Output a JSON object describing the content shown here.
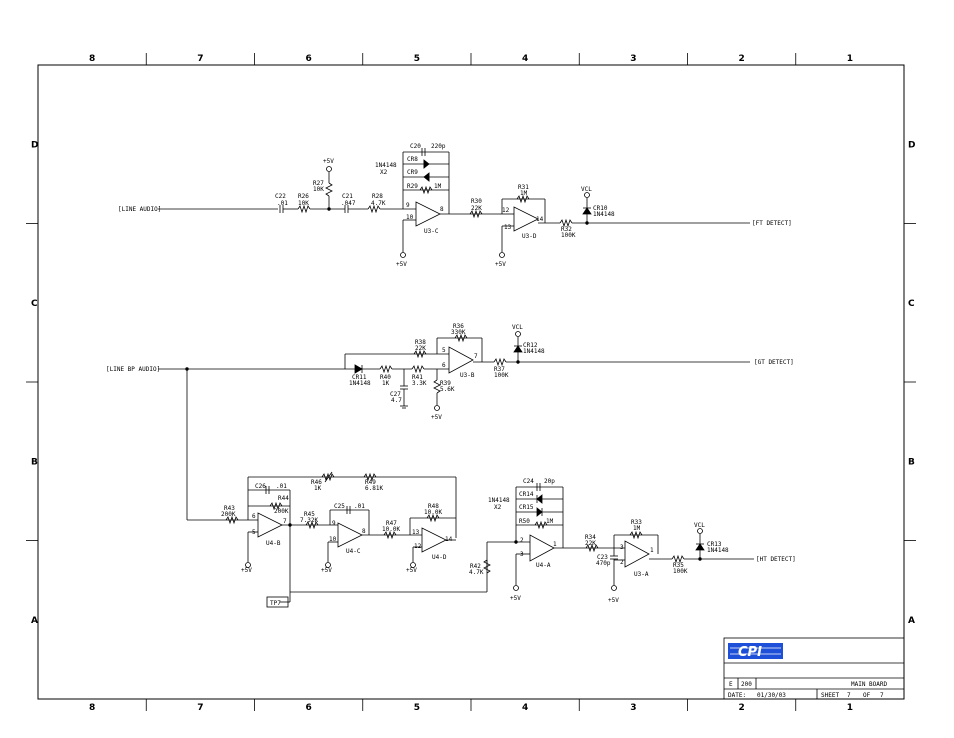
{
  "border": {
    "columns": [
      "8",
      "7",
      "6",
      "5",
      "4",
      "3",
      "2",
      "1"
    ],
    "rows": [
      "D",
      "C",
      "B",
      "A"
    ]
  },
  "ports": {
    "line_audio": "[LINE AUDIO]",
    "line_bp_audio": "[LINE BP AUDIO]",
    "ft_detect": "[FT DETECT]",
    "gt_detect": "[GT DETECT]",
    "ht_detect": "[HT DETECT]",
    "tp7": "TP7"
  },
  "components": {
    "c22": [
      "C22",
      ".01"
    ],
    "r26": [
      "R26",
      "10K"
    ],
    "r27": [
      "R27",
      "10K"
    ],
    "c21": [
      "C21",
      ".047"
    ],
    "r28": [
      "R28",
      "4.7K"
    ],
    "c20": [
      "C20",
      "220p"
    ],
    "cr8": "CR8",
    "cr9": "CR9",
    "diode_pair": [
      "1N4148",
      "X2"
    ],
    "r29": [
      "R29",
      "1M"
    ],
    "u3c": "U3-C",
    "r30": [
      "R30",
      "22K"
    ],
    "r31": [
      "R31",
      "1M"
    ],
    "u3d": "U3-D",
    "r32": [
      "R32",
      "100K"
    ],
    "cr10": [
      "CR10",
      "1N4148"
    ],
    "r36": [
      "R36",
      "330K"
    ],
    "r38": [
      "R38",
      "22K"
    ],
    "u3b": "U3-B",
    "cr12": [
      "CR12",
      "1N4148"
    ],
    "r37": [
      "R37",
      "100K"
    ],
    "cr11": [
      "CR11",
      "1N4148"
    ],
    "r40": [
      "R40",
      "1K"
    ],
    "r41": [
      "R41",
      "3.3K"
    ],
    "r39": [
      "R39",
      "5.6K"
    ],
    "c27": [
      "C27",
      "4.7"
    ],
    "r46": [
      "R46",
      "1K"
    ],
    "r49": [
      "R49",
      "6.81K"
    ],
    "c26": [
      "C26",
      ".01"
    ],
    "r44": [
      "R44",
      "200K"
    ],
    "r43": [
      "R43",
      "200K"
    ],
    "u4b": "U4-B",
    "r45": [
      "R45",
      "7.32K"
    ],
    "c25": [
      "C25",
      ".01"
    ],
    "u4c": "U4-C",
    "r47": [
      "R47",
      "10.0K"
    ],
    "r48": [
      "R48",
      "10.0K"
    ],
    "u4d": "U4-D",
    "c24": [
      "C24",
      "20p"
    ],
    "cr14": "CR14",
    "cr15": "CR15",
    "diode_pair2": [
      "1N4148",
      "X2"
    ],
    "r50": [
      "R50",
      "1M"
    ],
    "u4a": "U4-A",
    "r42": [
      "R42",
      "4.7K"
    ],
    "r34": [
      "R34",
      "22K"
    ],
    "c23": [
      "C23",
      "470p"
    ],
    "r33": [
      "R33",
      "1M"
    ],
    "u3a": "U3-A",
    "r35": [
      "R35",
      "100K"
    ],
    "cr13": [
      "CR13",
      "1N4148"
    ]
  },
  "power": {
    "plus5": "+5V",
    "vcl": "VCL"
  },
  "pins": {
    "u3c": [
      "9",
      "10",
      "8"
    ],
    "u3d": [
      "12",
      "13",
      "14"
    ],
    "u3b": [
      "5",
      "6",
      "7"
    ],
    "u4b": [
      "6",
      "5",
      "7"
    ],
    "u4c": [
      "9",
      "10",
      "8"
    ],
    "u4d": [
      "13",
      "12",
      "14"
    ],
    "u4a": [
      "2",
      "3",
      "1"
    ],
    "u3a": [
      "3",
      "2",
      "1"
    ]
  },
  "title_block": {
    "logo": "CPI",
    "size_rev": "E",
    "number": "200",
    "title": "MAIN BOARD",
    "date_label": "DATE:",
    "date": "01/30/03",
    "sheet_label": "SHEET",
    "sheet": "7",
    "of_label": "OF",
    "of": "7"
  },
  "colors": {
    "line": "#000000",
    "logo": "#1d4fd8"
  }
}
